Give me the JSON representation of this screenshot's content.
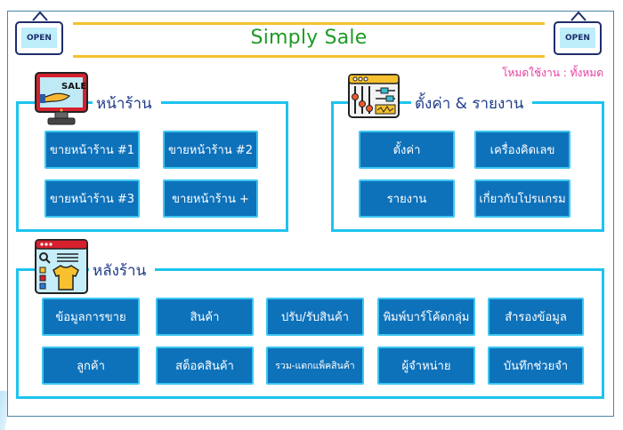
{
  "header": {
    "title": "Simply Sale",
    "open_sign_left": "OPEN",
    "open_sign_right": "OPEN",
    "mode_text": "โหมดใช้งาน : ทั้งหมด"
  },
  "colors": {
    "title": "#1e9a25",
    "gold_line": "#f3c12b",
    "section_border": "#1ec3ee",
    "button_bg": "#0e72bb",
    "mode_text": "#e53fa0",
    "section_label": "#1e3a8a"
  },
  "sections": {
    "storefront": {
      "label": "หน้าร้าน",
      "icon": "sale-monitor-icon",
      "buttons": [
        "ขายหน้าร้าน #1",
        "ขายหน้าร้าน #2",
        "ขายหน้าร้าน #3",
        "ขายหน้าร้าน +"
      ]
    },
    "settings": {
      "label": "ตั้งค่า & รายงาน",
      "icon": "settings-sliders-icon",
      "buttons": [
        "ตั้งค่า",
        "เครื่องคิดเลข",
        "รายงาน",
        "เกี่ยวกับโปรแกรม"
      ]
    },
    "backoffice": {
      "label": "หลังร้าน",
      "icon": "product-catalog-icon",
      "buttons": [
        "ข้อมูลการขาย",
        "สินค้า",
        "ปรับ/รับสินค้า",
        "พิมพ์บาร์โค้ดกลุ่ม",
        "สำรองข้อมูล",
        "ลูกค้า",
        "สต็อคสินค้า",
        "รวม-แตกแพ็คสินค้า",
        "ผู้จำหน่าย",
        "บันทึกช่วยจำ"
      ]
    }
  }
}
